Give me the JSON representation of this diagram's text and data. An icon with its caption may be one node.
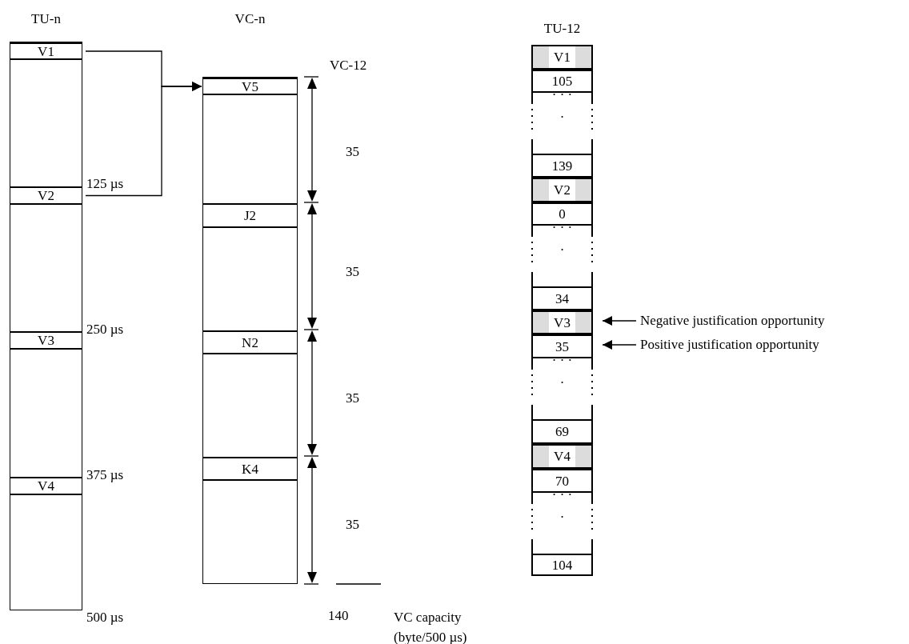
{
  "diagram": {
    "nodes": [
      {
        "text": [
          "TU-n"
        ]
      },
      {
        "text": [
          "V1"
        ],
        "in": 0
      },
      {
        "text": [
          "V2"
        ],
        "in": 0
      },
      {
        "text": [
          "V3"
        ],
        "in": 0
      },
      {
        "text": [
          "V4"
        ],
        "in": 0
      },
      {
        "text": [
          "VC-n"
        ]
      },
      {
        "text": [
          "V5"
        ],
        "in": 5
      },
      {
        "text": [
          "J2"
        ],
        "in": 5
      },
      {
        "text": [
          "N2"
        ],
        "in": 5
      },
      {
        "text": [
          "K4"
        ],
        "in": 5
      },
      {
        "text": [
          "TU-12"
        ]
      },
      {
        "text": [
          "V1"
        ],
        "in": 10
      },
      {
        "text": [
          "105"
        ],
        "in": 10
      },
      {
        "text": [
          "· · ·",
          "·"
        ],
        "in": 10
      },
      {
        "text": [
          "139"
        ],
        "in": 10
      },
      {
        "text": [
          "V2"
        ],
        "in": 10
      },
      {
        "text": [
          "0"
        ],
        "in": 10
      },
      {
        "text": [
          "· · ·",
          "·"
        ],
        "in": 10
      },
      {
        "text": [
          "34"
        ],
        "in": 10
      },
      {
        "text": [
          "V3"
        ],
        "in": 10
      },
      {
        "text": [
          "35"
        ],
        "in": 10
      },
      {
        "text": [
          "· · ·",
          "·"
        ],
        "in": 10
      },
      {
        "text": [
          "69"
        ],
        "in": 10
      },
      {
        "text": [
          "V4"
        ],
        "in": 10
      },
      {
        "text": [
          "70"
        ],
        "in": 10
      },
      {
        "text": [
          "· · ·",
          "·"
        ],
        "in": 10
      },
      {
        "text": [
          "104"
        ],
        "in": 10
      },
      {
        "text": [
          "Negative justification opportunity"
        ]
      },
      {
        "text": [
          "Positive justification opportunity"
        ]
      }
    ],
    "edges": [
      {
        "from": 1,
        "to": 6,
        "arrow": "to"
      },
      {
        "from": 2,
        "to": 6,
        "arrow": "to"
      },
      {
        "from": 27,
        "to": 19,
        "arrow": "to"
      },
      {
        "from": 28,
        "to": 20,
        "arrow": "to"
      }
    ],
    "labels": [
      "VC-12",
      "35",
      "125 µs",
      "35",
      "250 µs",
      "35",
      "375 µs",
      "35",
      "500 µs",
      "140",
      "VC capacity (byte/500 µs)"
    ]
  }
}
